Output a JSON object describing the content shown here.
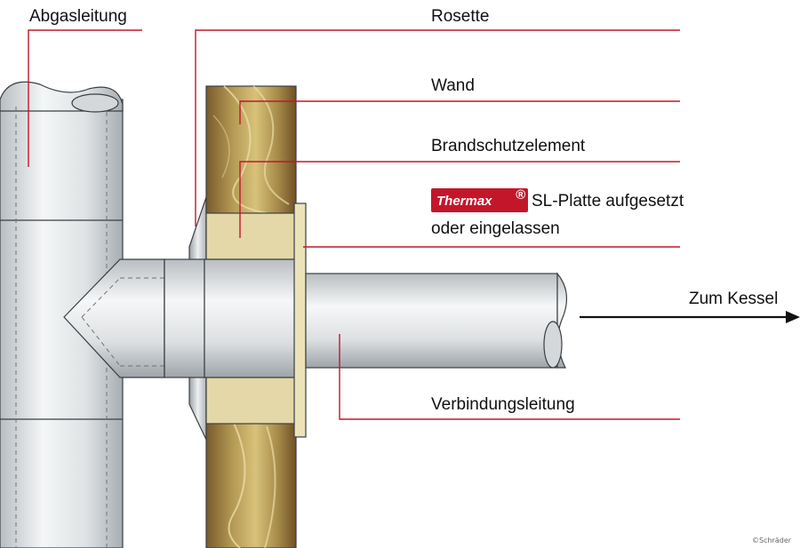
{
  "labels": {
    "abgasleitung": "Abgasleitung",
    "rosette": "Rosette",
    "wand": "Wand",
    "brandschutzelement": "Brandschutzelement",
    "thermax_brand": "Thermax",
    "thermax_reg": "®",
    "sl_platte_line1": "SL-Platte aufgesetzt",
    "sl_platte_line2": "oder eingelassen",
    "zum_kessel": "Zum Kessel",
    "verbindungsleitung": "Verbindungsleitung"
  },
  "copyright": "©Schräder",
  "colors": {
    "leader_red": "#c4162a",
    "brand_red": "#c4162a",
    "pipe_light": "#f2f4f5",
    "pipe_mid": "#c9cdd0",
    "wood_light": "#c9b36a",
    "wood_dark": "#7a5a2c",
    "fire_element": "#e4d8a8",
    "plate": "#ece2b8"
  }
}
